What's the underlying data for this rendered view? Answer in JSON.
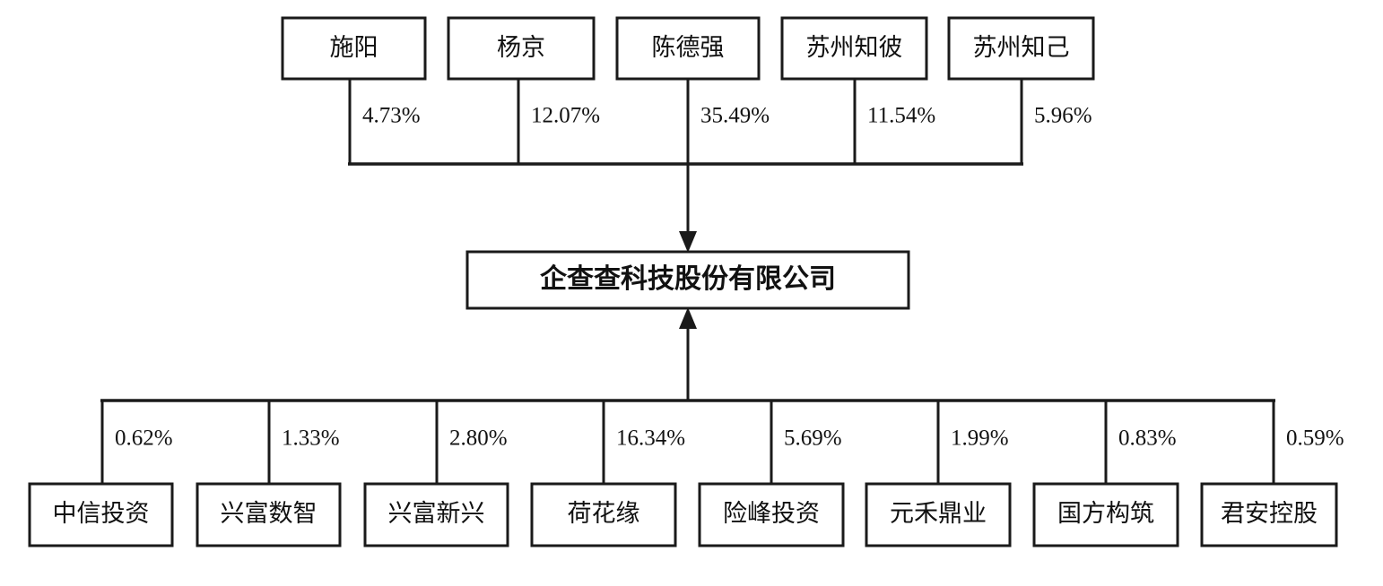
{
  "diagram": {
    "type": "ownership-structure-chart",
    "title": "",
    "center_entity": {
      "name": "企查查科技股份有限公司"
    },
    "upstream_shareholders": [
      {
        "name": "施阳",
        "percent": "4.73%"
      },
      {
        "name": "杨京",
        "percent": "12.07%"
      },
      {
        "name": "陈德强",
        "percent": "35.49%"
      },
      {
        "name": "苏州知彼",
        "percent": "11.54%"
      },
      {
        "name": "苏州知己",
        "percent": "5.96%"
      }
    ],
    "downstream_shareholders": [
      {
        "name": "中信投资",
        "percent": "0.62%"
      },
      {
        "name": "兴富数智",
        "percent": "1.33%"
      },
      {
        "name": "兴富新兴",
        "percent": "2.80%"
      },
      {
        "name": "荷花缘",
        "percent": "16.34%"
      },
      {
        "name": "险峰投资",
        "percent": "5.69%"
      },
      {
        "name": "元禾鼎业",
        "percent": "1.99%"
      },
      {
        "name": "国方构筑",
        "percent": "0.83%"
      },
      {
        "name": "君安控股",
        "percent": "0.59%"
      }
    ],
    "colors": {
      "stroke": "#1a1a1a",
      "text": "#111111",
      "background": "#ffffff"
    }
  }
}
